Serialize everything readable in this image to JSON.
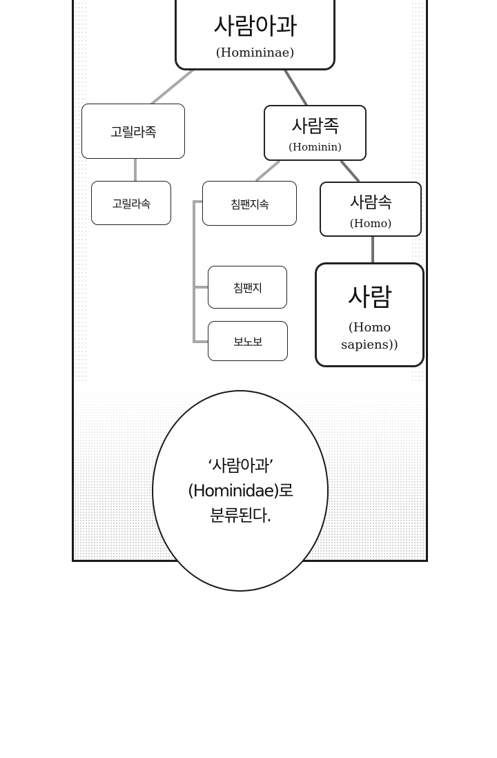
{
  "tree": {
    "hominidae_family": {
      "ko": "사람아과",
      "latin": "(Homininae)"
    },
    "gorilla_tribe": {
      "ko": "고릴라족"
    },
    "human_tribe": {
      "ko": "사람족",
      "latin": "(Hominin)"
    },
    "gorilla_genus": {
      "ko": "고릴라속"
    },
    "chimp_genus": {
      "ko": "침팬지속"
    },
    "homo_genus": {
      "ko": "사람속",
      "latin": "(Homo)"
    },
    "chimpanzee": {
      "ko": "침팬지"
    },
    "bonobo": {
      "ko": "보노보"
    },
    "human": {
      "ko": "사람",
      "latin_line1": "(Homo",
      "latin_line2": "sapiens))"
    }
  },
  "speech_bubble": {
    "line1": "‘사람아과’",
    "line2": "(Hominidae)로",
    "line3": "분류된다."
  },
  "colors": {
    "connector_light": "#a8a8a8",
    "connector_dark": "#707070",
    "outline": "#1a1a1a"
  }
}
